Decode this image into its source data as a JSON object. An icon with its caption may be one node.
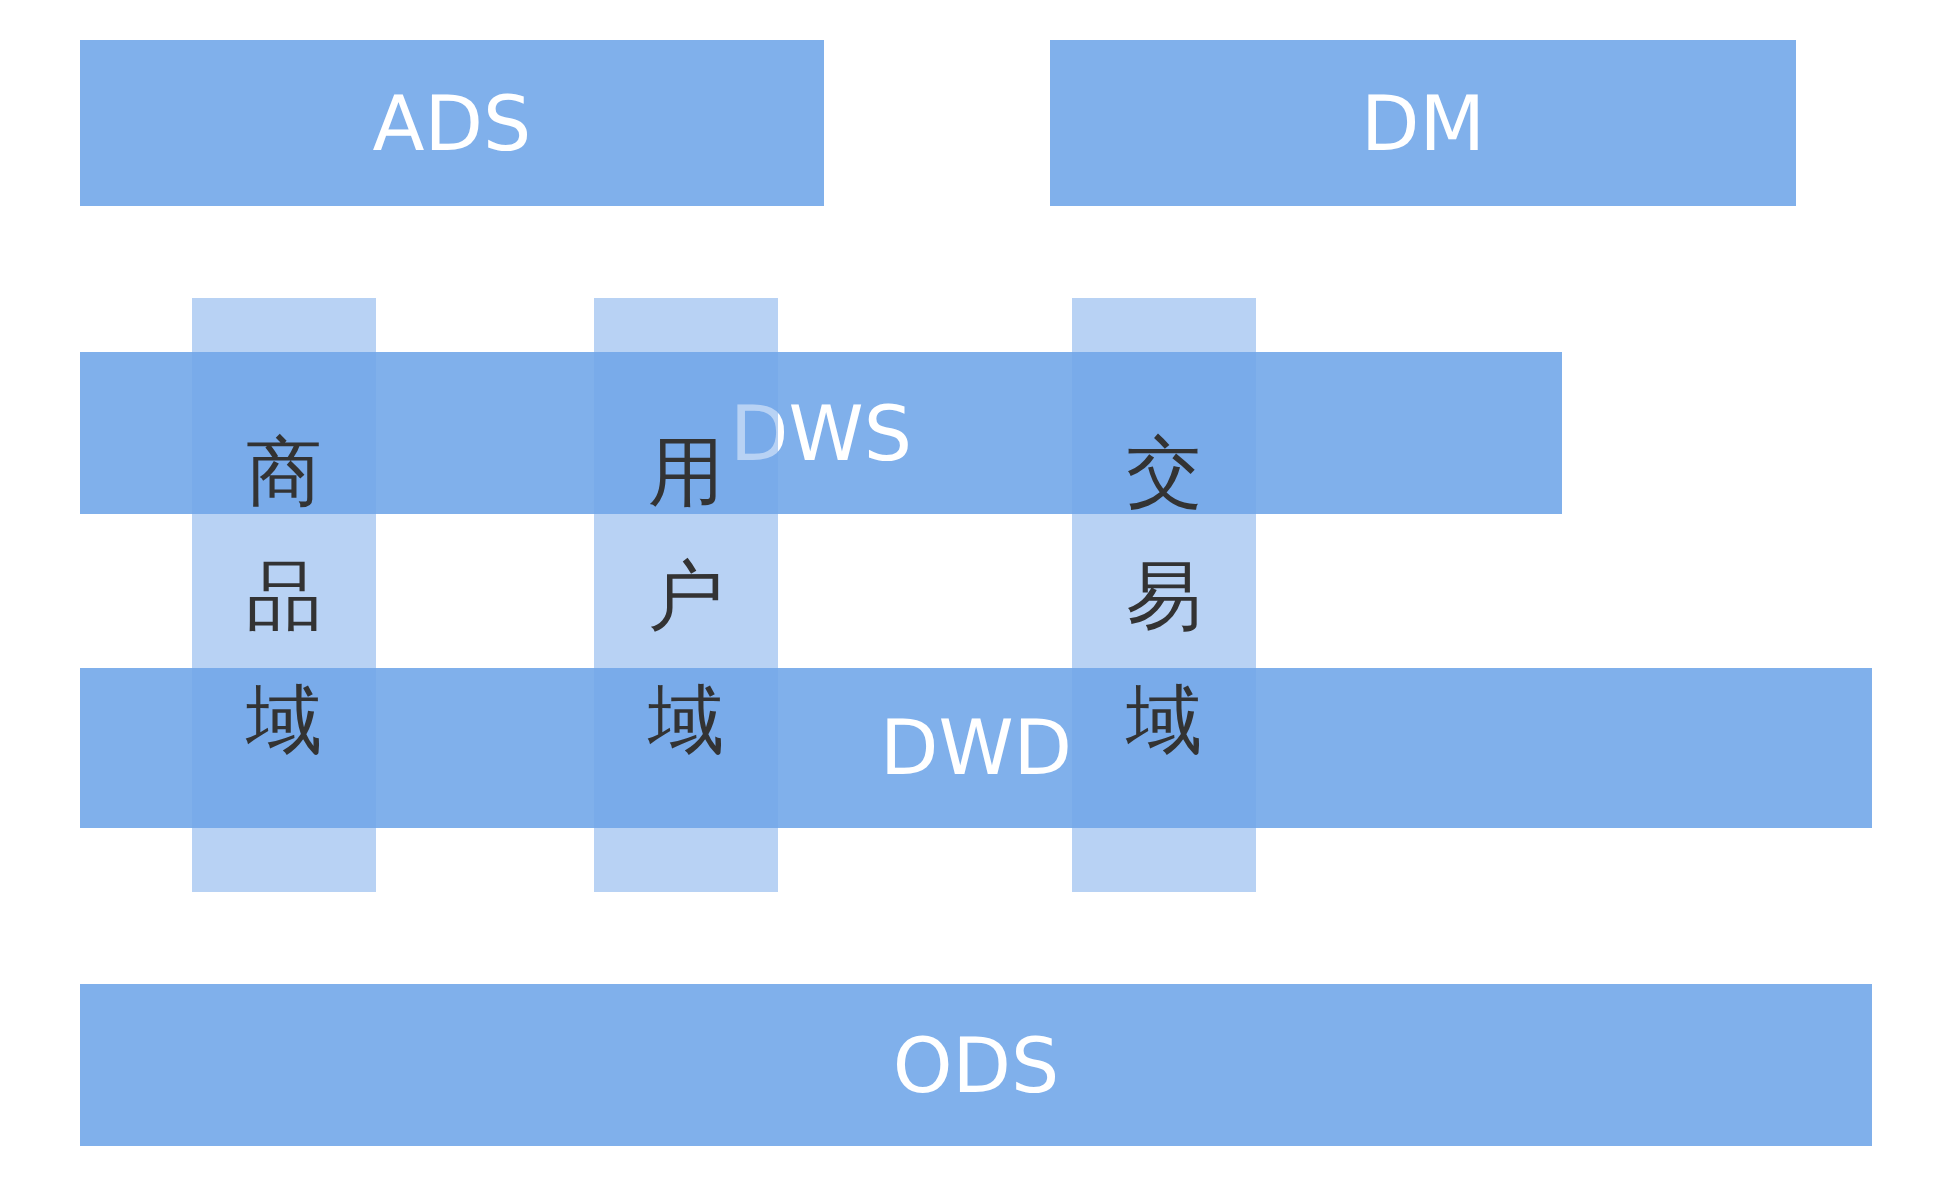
{
  "diagram": {
    "nodes": [
      {
        "text": [
          "ADS"
        ]
      },
      {
        "text": [
          "DM"
        ]
      },
      {
        "text": [
          "商品域"
        ]
      },
      {
        "text": [
          "用户域"
        ]
      },
      {
        "text": [
          "交易域"
        ]
      },
      {
        "text": [
          "DWS"
        ]
      },
      {
        "text": [
          "DWD"
        ]
      },
      {
        "text": [
          "ODS"
        ]
      }
    ]
  }
}
